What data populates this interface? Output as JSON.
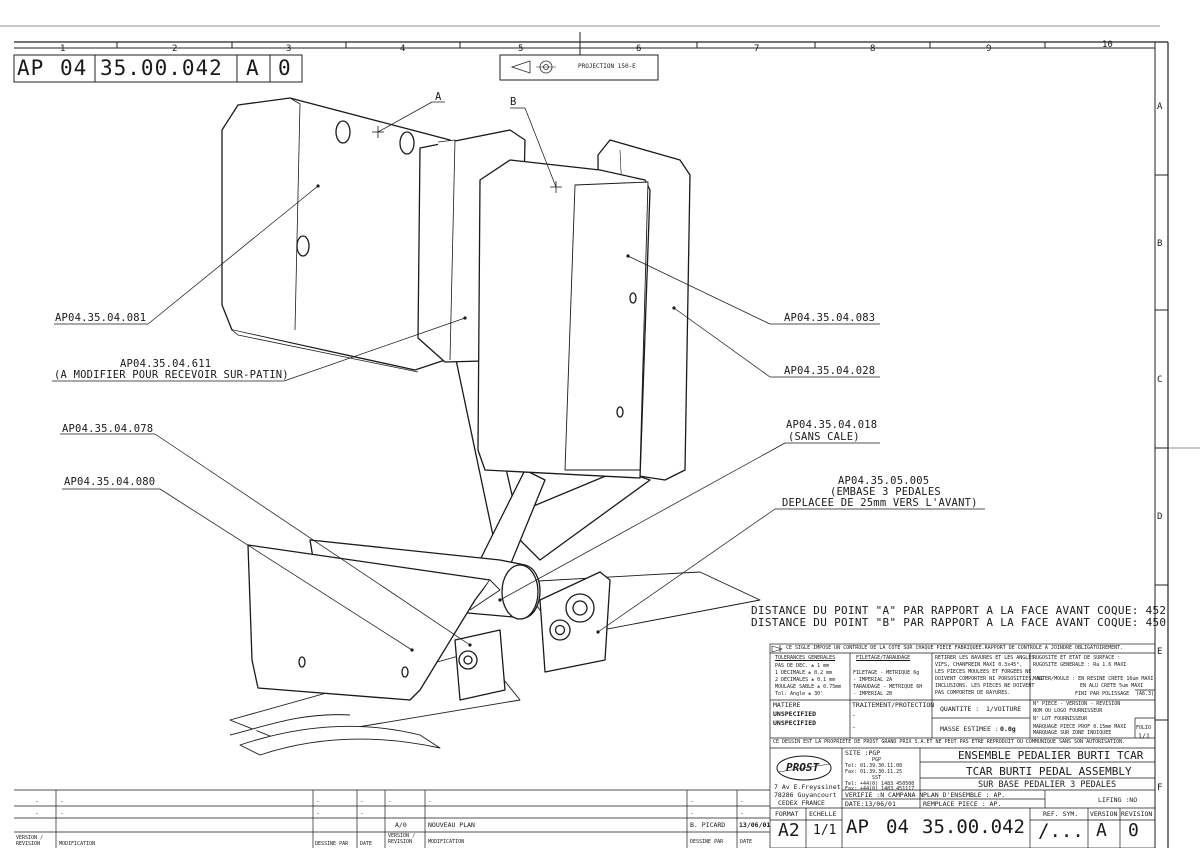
{
  "header": {
    "drawing_number": {
      "prefix": "AP",
      "group": "04",
      "number": "35.00.042",
      "version": "A",
      "revision": "0"
    },
    "projection": "PROJECTION 150-E"
  },
  "grid": {
    "columns": [
      "1",
      "2",
      "3",
      "4",
      "5",
      "6",
      "7",
      "8",
      "9",
      "10"
    ],
    "rows": [
      "A",
      "B",
      "C",
      "D",
      "E",
      "F"
    ]
  },
  "points": {
    "a": "A",
    "b": "B"
  },
  "callouts": {
    "c081": "AP04.35.04.081",
    "c611_num": "AP04.35.04.611",
    "c611_note": "(A MODIFIER POUR RECEVOIR SUR-PATIN)",
    "c078": "AP04.35.04.078",
    "c080": "AP04.35.04.080",
    "c083": "AP04.35.04.083",
    "c028": "AP04.35.04.028",
    "c018_num": "AP04.35.04.018",
    "c018_note": "(SANS CALE)",
    "c005_num": "AP04.35.05.005",
    "c005_l2": "(EMBASE 3 PEDALES",
    "c005_l3": "DEPLACEE DE 25mm VERS L'AVANT)"
  },
  "distances": {
    "a": "DISTANCE DU POINT \"A\" PAR RAPPORT A LA FACE AVANT COQUE: 452",
    "b": "DISTANCE DU POINT \"B\" PAR RAPPORT A LA FACE AVANT COQUE: 450"
  },
  "title_block": {
    "control_note": "CE SIGLE IMPOSE UN CONTROLE DE LA COTE SUR CHAQUE PIECE FABRIQUEE.RAPPORT DE CONTROLE A JOINDRE OBLIGATOIREMENT.",
    "tolerances": {
      "heading": "TOLERANCES GENERALES",
      "lines": [
        "PAS DE DEC.     ± 1  mm",
        "1 DECIMALE     ± 0.2 mm",
        "2 DECIMALES    ± 0.1 mm",
        "MOULAGE SABLE  ± 0.75mm",
        "Tol. Angle     ± 30'"
      ]
    },
    "threading": {
      "heading": "FILETAGE/TARAUDAGE",
      "lines": [
        "FILETAGE - METRIQUE 6g",
        "         - IMPERIAL 2A",
        "TARAUDAGE - METRIQUE 6H",
        "          - IMPERIAL 2B"
      ]
    },
    "burrs": [
      "RETIRER LES BAVURES ET LES ANGLES",
      "VIFS, CHANFREIN MAXI 0.3x45°.",
      "LES PIECES MOULEES ET FORGEES NE",
      "DOIVENT COMPORTER NI PORSOSITIES, NI",
      "INCLUSIONS. LES PIECES NE DOIVENT",
      "PAS COMPORTER DE RAYURES."
    ],
    "surface": {
      "heading": "RUGOSITE ET ETAT DE SURFACE :",
      "lines": [
        "RUGOSITE GENERALE : Ra 1.6 MAXI",
        "MASTER/MOULE : EN RESINE CRETE 16um MAXI",
        "EN ALU CRETE 5um MAXI",
        "FINI PAR POLISSAGE"
      ],
      "finish_value": "(A6.3)"
    },
    "material": {
      "heading": "MATIERE",
      "value1": "UNSPECIFIED",
      "value2": "UNSPECIFIED"
    },
    "treatment": {
      "heading": "TRAITEMENT/PROTECTION",
      "value1": "-",
      "value2": "-"
    },
    "quantity": {
      "label": "QUANTITE :",
      "value": "1/VOITURE"
    },
    "mass": {
      "label": "MASSE ESTIMEE :",
      "value": "0.0g"
    },
    "piece_info": [
      "N° PIECE - VERSION - REVISION",
      "NOM OU LOGO FOURNISSEUR",
      "N° LOT FOURNISSEUR",
      "MARQUAGE PIECE PROF 0.15mm MAXI",
      "MARQUAGE SUR ZONE INDIQUEE"
    ],
    "folio": {
      "label": "FOLIO",
      "value": "1/1"
    },
    "property_note": "CE DESSIN EST LA PROPRIETE DE PROST GRAND PRIX S.A.ET NE PEUT PAS ETRE REPRODUIT OU COMMUNIQUE SANS SON AUTORISATION.",
    "site": {
      "label": "SITE :PGP",
      "value": "PGP",
      "tel": "Tel: 01.39.30.11.00",
      "fax": "Fax: 01.39.30.11.25",
      "code": "SST",
      "tel2": "Tel: +44(0) 1483 450500",
      "fax2": "Fax: +44(0) 1483 451117"
    },
    "company": {
      "logo_text": "PROST",
      "addr1": "7 Av E.Freyssinet",
      "addr2": "78286 Guyancourt",
      "addr3": "CEDEX FRANCE"
    },
    "title1": "ENSEMBLE PEDALIER BURTI TCAR",
    "title2": "TCAR BURTI PEDAL ASSEMBLY",
    "title3": "SUR BASE PEDALIER 3 PEDALES",
    "verifie": "VERIFIE :N CAMPANA N",
    "date": "DATE:13/06/01",
    "plan_ensemble": "PLAN D'ENSEMBLE : AP.",
    "remplace": "REMPLACE PIECE : AP.",
    "lifing": "LIFING :NO",
    "format": {
      "label": "FORMAT",
      "value": "A2"
    },
    "scale": {
      "label": "ECHELLE",
      "value": "1/1"
    },
    "footer_number": {
      "prefix": "AP",
      "group": "04",
      "number": "35.00.042",
      "ref": "/...",
      "version": "A",
      "revision": "0"
    },
    "ref_sym_label": "REF. SYM.",
    "version_label": "VERSION",
    "revision_label": "REVISION"
  },
  "revision_table": {
    "row": {
      "version": "A/0",
      "modification": "NOUVEAU PLAN",
      "drawn_by": "B. PICARD",
      "date": "13/06/01"
    },
    "placeholder": ".",
    "headers": {
      "version": "VERSION / REVISION",
      "modification": "MODIFICATION",
      "drawn_by": "DESSINE PAR",
      "date": "DATE"
    }
  }
}
